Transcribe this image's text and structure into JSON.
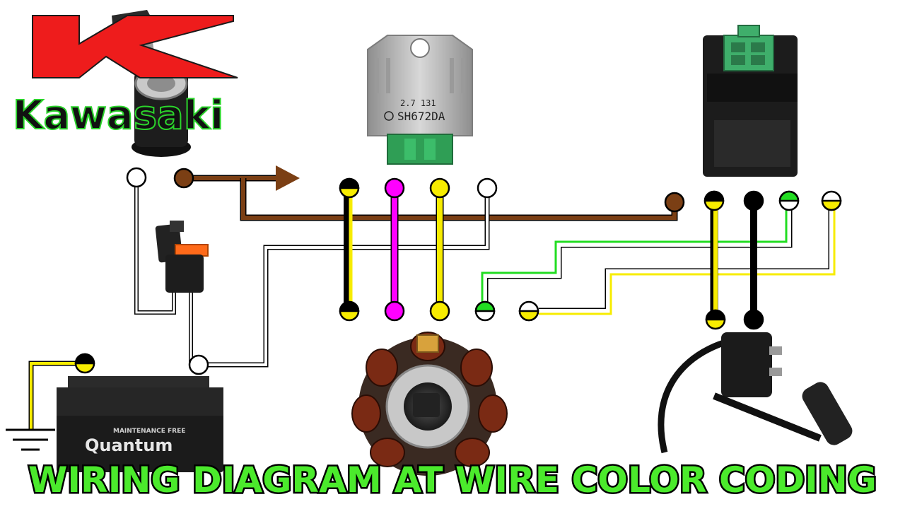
{
  "brand": {
    "name": "Kawasaki",
    "logo_color": "#ee1c1c",
    "outline_color": "#1a1a1a"
  },
  "regulator": {
    "label_line1": "2.7  131",
    "label_line2": "SH672DA",
    "body_color": "#b9b9b9",
    "plug_color": "#2f9e55"
  },
  "cdi": {
    "body_color": "#1c1c1c",
    "plug_color": "#3fae6b"
  },
  "battery": {
    "brand": "Quantum",
    "tag": "MAINTENANCE FREE",
    "body_color": "#1b1b1b"
  },
  "stator": {
    "coil_color": "#7a2a14",
    "core_color": "#2b2b2b"
  },
  "ignition_coil": {
    "body_color": "#1b1b1b"
  },
  "wire_colors": {
    "brown": "#7b3f14",
    "black": "#000000",
    "yellow": "#f7ec00",
    "magenta": "#ff00ff",
    "green": "#22dd22",
    "white": "#ffffff"
  },
  "footer": {
    "title": "WIRING DIAGRAM AT WIRE COLOR CODING",
    "text_color": "#4bea2c",
    "stroke_color": "#000000"
  }
}
